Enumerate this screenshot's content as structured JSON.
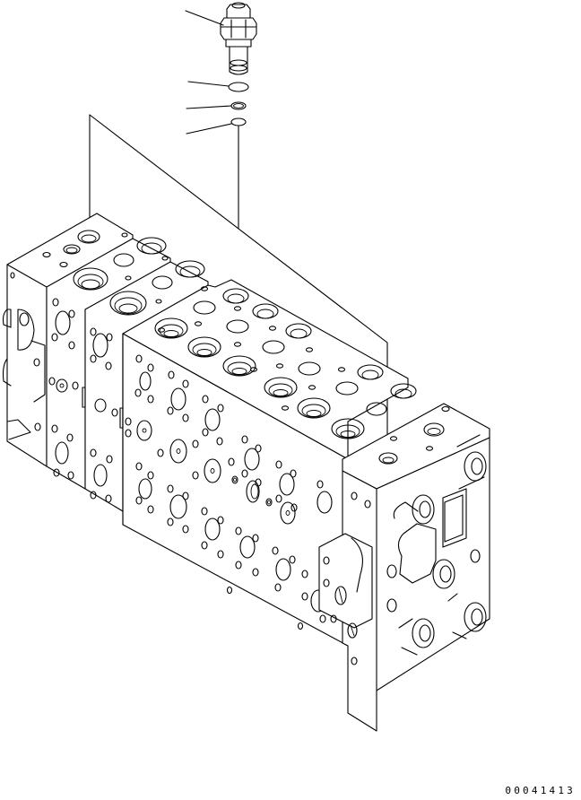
{
  "diagram": {
    "type": "exploded parts diagram",
    "subject": "hydraulic control valve assembly",
    "line_color": "#000000",
    "background_color": "#ffffff",
    "components": [
      {
        "id": "relief-valve-cartridge",
        "callout_leader": true
      },
      {
        "id": "o-ring-large",
        "callout_leader": true
      },
      {
        "id": "o-ring-small",
        "callout_leader": true
      },
      {
        "id": "o-ring-bottom",
        "callout_leader": true
      },
      {
        "id": "main-valve-block",
        "callout_leader": false
      }
    ],
    "drawing_number": "00041413"
  }
}
